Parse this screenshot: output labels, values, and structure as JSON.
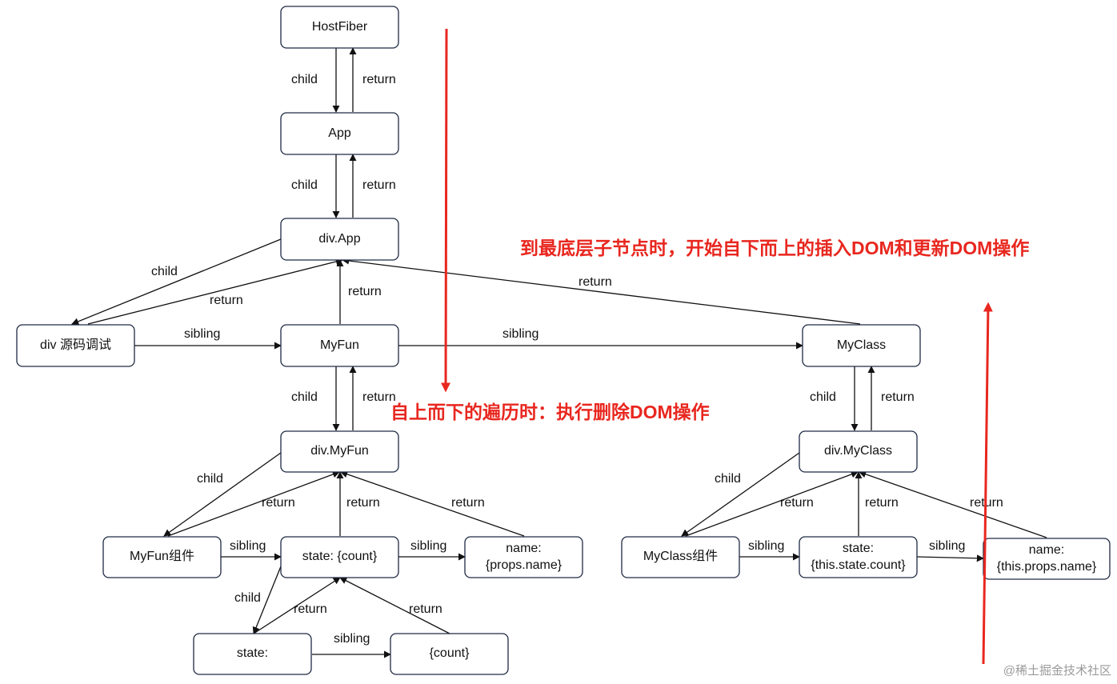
{
  "colors": {
    "node_border": "#1f2a44",
    "edge": "#111111",
    "annotation": "#e8271f",
    "watermark": "#9a9a9a"
  },
  "nodes": {
    "hostfiber": "HostFiber",
    "app": "App",
    "div_app": "div.App",
    "div_debug": "div 源码调试",
    "myfun": "MyFun",
    "myclass": "MyClass",
    "div_myfun": "div.MyFun",
    "div_myclass": "div.MyClass",
    "myfun_comp": "MyFun组件",
    "state_count": "state: {count}",
    "name_props_1": "name:",
    "name_props_2": "{props.name}",
    "myclass_comp": "MyClass组件",
    "state_this_1": "state:",
    "state_this_2": "{this.state.count}",
    "name_this_1": "name:",
    "name_this_2": "{this.props.name}",
    "state_leaf": "state:",
    "count_leaf": "{count}"
  },
  "edge_labels": {
    "child": "child",
    "return": "return",
    "sibling": "sibling"
  },
  "annotations": {
    "top_down": "自上而下的遍历时：执行删除DOM操作",
    "bottom_up": "到最底层子节点时，开始自下而上的插入DOM和更新DOM操作"
  },
  "watermark": "@稀土掘金技术社区"
}
